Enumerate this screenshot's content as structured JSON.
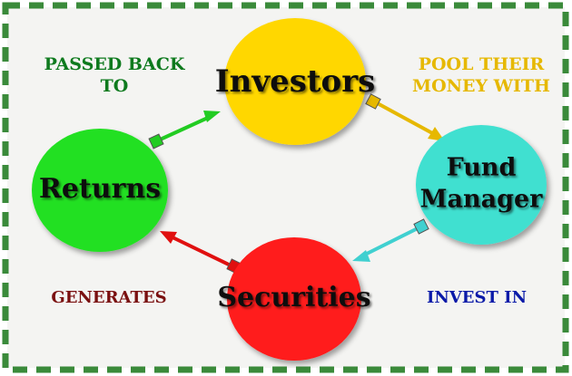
{
  "diagram": {
    "nodes": {
      "investors": {
        "label": "Investors",
        "fill": "#FFD700"
      },
      "fund_manager": {
        "label_line1": "Fund",
        "label_line2": "Manager",
        "fill": "#40E0D0"
      },
      "securities": {
        "label": "Securities",
        "fill": "#FF1A1A"
      },
      "returns": {
        "label": "Returns",
        "fill": "#22E022"
      }
    },
    "edge_labels": {
      "pool": {
        "line1": "POOL THEIR",
        "line2": "MONEY WITH",
        "color": "#E6B800"
      },
      "invest": {
        "line1": "INVEST IN",
        "color": "#0A1AA8"
      },
      "generates": {
        "line1": "GENERATES",
        "color": "#7A1010"
      },
      "passed": {
        "line1": "PASSED BACK",
        "line2": "TO",
        "color": "#0E7A1E"
      }
    },
    "arrow_colors": {
      "investors_to_fund": "#E6B800",
      "fund_to_securities": "#40D0D0",
      "securities_to_returns": "#E01010",
      "returns_to_investors": "#22CC22"
    },
    "border_color": "#3A8A3A",
    "background": "#F4F4F2"
  }
}
